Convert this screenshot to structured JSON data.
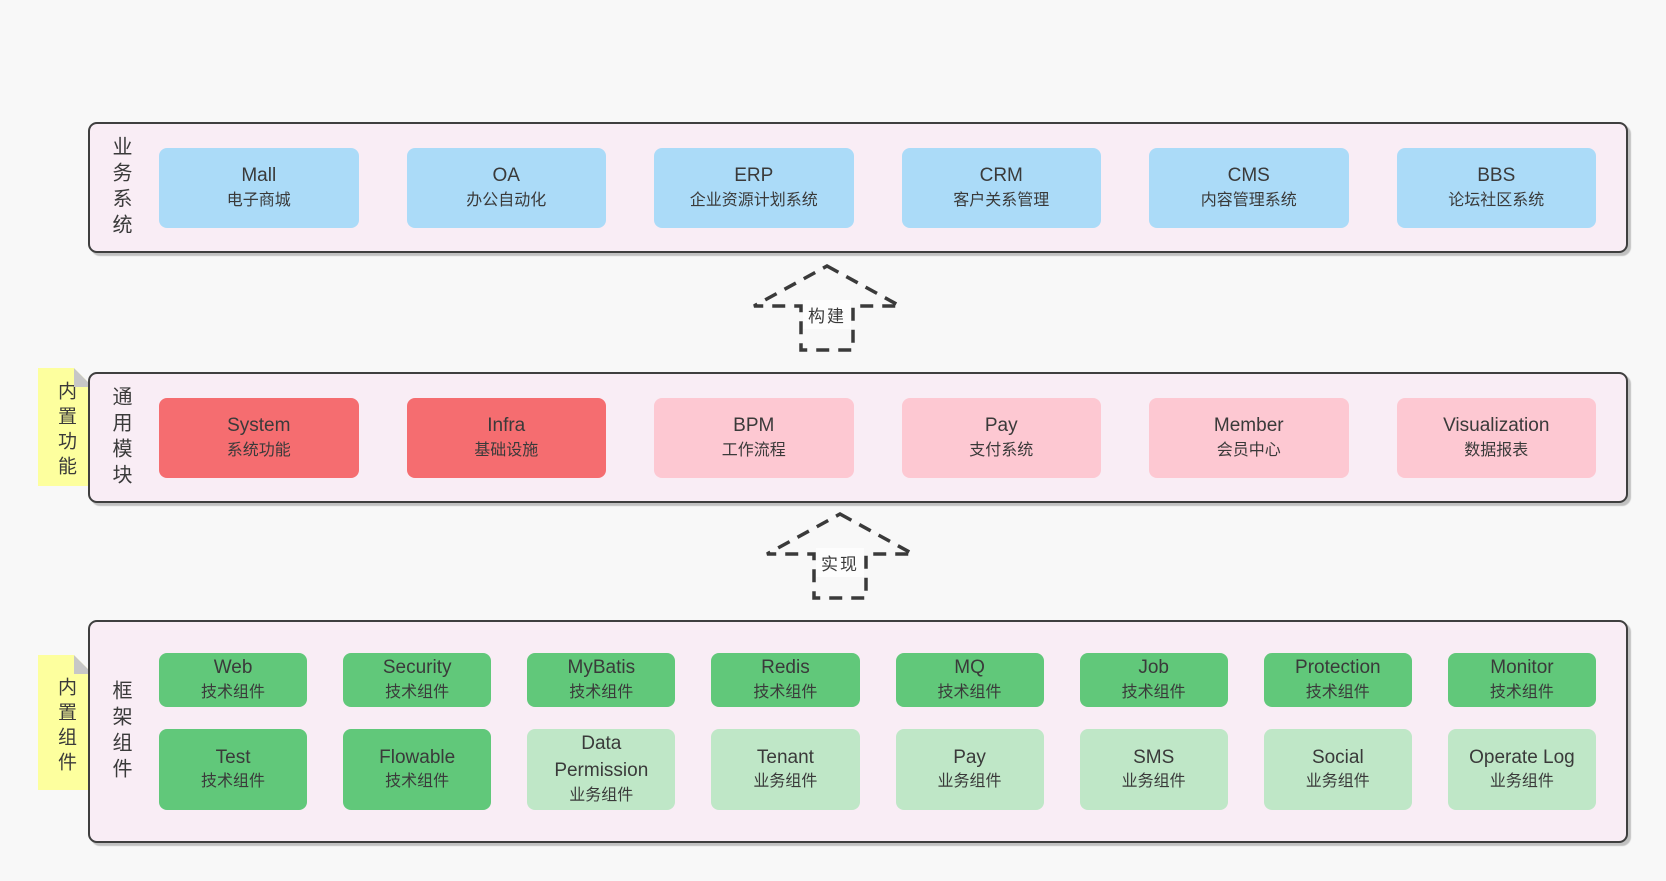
{
  "colors": {
    "page_bg": "#f8f8f8",
    "panel_bg": "#f9edf5",
    "panel_border": "#3f3f3f",
    "box_blue": "#abdbf8",
    "box_red": "#f56d70",
    "box_pink": "#fdc8d2",
    "box_green": "#61c87a",
    "box_green_light": "#bfe7c7",
    "sticky_yellow": "#fdff9e",
    "text": "#3a3a3a"
  },
  "arrows": [
    {
      "label": "构建"
    },
    {
      "label": "实现"
    }
  ],
  "sections": {
    "business": {
      "label": "业务系统",
      "boxes": [
        {
          "name": "Mall",
          "desc": "电子商城"
        },
        {
          "name": "OA",
          "desc": "办公自动化"
        },
        {
          "name": "ERP",
          "desc": "企业资源计划系统"
        },
        {
          "name": "CRM",
          "desc": "客户关系管理"
        },
        {
          "name": "CMS",
          "desc": "内容管理系统"
        },
        {
          "name": "BBS",
          "desc": "论坛社区系统"
        }
      ]
    },
    "modules": {
      "label": "通用模块",
      "sticky": "内置功能",
      "boxes": [
        {
          "name": "System",
          "desc": "系统功能"
        },
        {
          "name": "Infra",
          "desc": "基础设施"
        },
        {
          "name": "BPM",
          "desc": "工作流程"
        },
        {
          "name": "Pay",
          "desc": "支付系统"
        },
        {
          "name": "Member",
          "desc": "会员中心"
        },
        {
          "name": "Visualization",
          "desc": "数据报表"
        }
      ]
    },
    "components": {
      "label": "框架组件",
      "sticky": "内置组件",
      "row1": [
        {
          "name": "Web",
          "desc": "技术组件"
        },
        {
          "name": "Security",
          "desc": "技术组件"
        },
        {
          "name": "MyBatis",
          "desc": "技术组件"
        },
        {
          "name": "Redis",
          "desc": "技术组件"
        },
        {
          "name": "MQ",
          "desc": "技术组件"
        },
        {
          "name": "Job",
          "desc": "技术组件"
        },
        {
          "name": "Protection",
          "desc": "技术组件"
        },
        {
          "name": "Monitor",
          "desc": "技术组件"
        }
      ],
      "row2": [
        {
          "name": "Test",
          "desc": "技术组件"
        },
        {
          "name": "Flowable",
          "desc": "技术组件"
        },
        {
          "name": "Data Permission",
          "desc": "业务组件"
        },
        {
          "name": "Tenant",
          "desc": "业务组件"
        },
        {
          "name": "Pay",
          "desc": "业务组件"
        },
        {
          "name": "SMS",
          "desc": "业务组件"
        },
        {
          "name": "Social",
          "desc": "业务组件"
        },
        {
          "name": "Operate Log",
          "desc": "业务组件"
        }
      ]
    }
  }
}
